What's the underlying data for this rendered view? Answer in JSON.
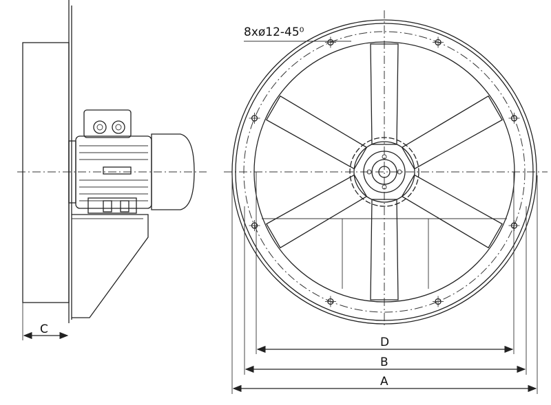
{
  "drawing": {
    "hole_note": "8xø12-45⁰",
    "dimensions": {
      "a": "A",
      "b": "B",
      "c": "C",
      "d": "D"
    },
    "bolt_holes": 8,
    "blades": 6
  }
}
